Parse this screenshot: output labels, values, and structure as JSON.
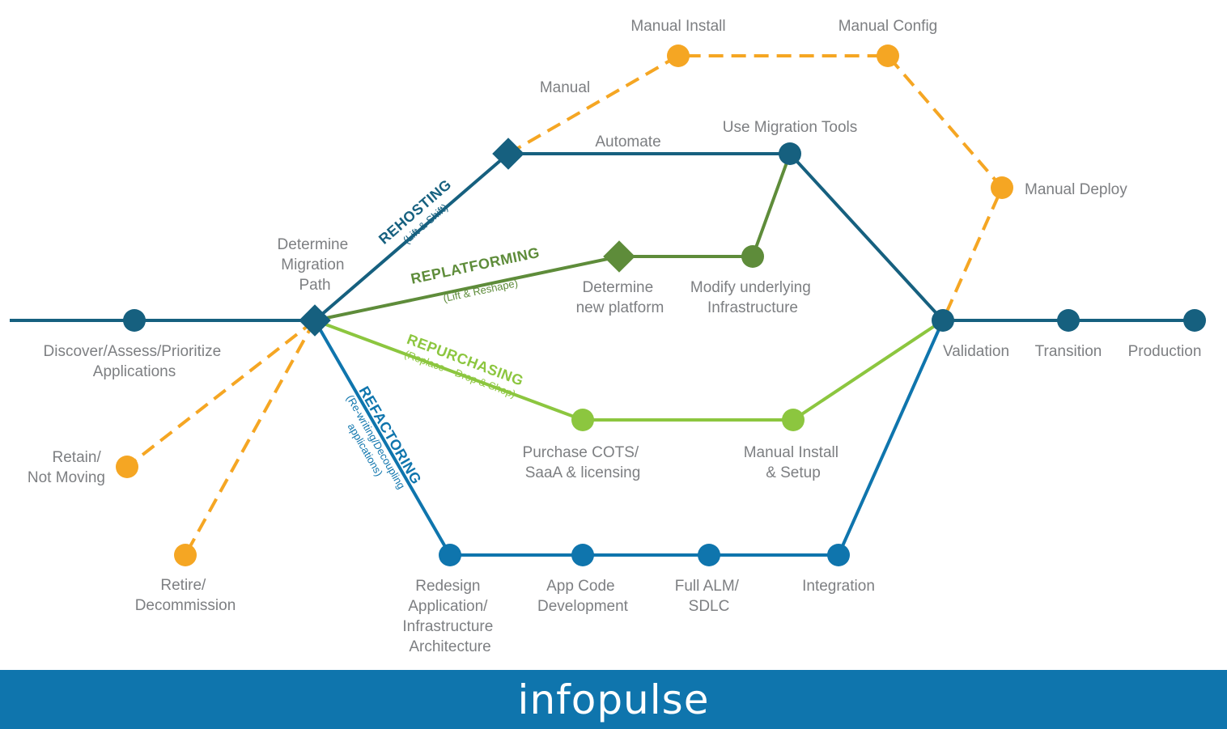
{
  "colors": {
    "rehost": "#16607f",
    "replatform": "#5e8c3a",
    "repurchase": "#8cc63f",
    "refactor": "#0f75ad",
    "manual": "#f5a623",
    "label": "#7d7f82",
    "footer": "#0f75ad"
  },
  "labels": {
    "discover": [
      "Discover/Assess/Prioritize",
      "Applications"
    ],
    "determine_path": [
      "Determine",
      "Migration",
      "Path"
    ],
    "retain": [
      "Retain/",
      "Not Moving"
    ],
    "retire": [
      "Retire/",
      "Decommission"
    ],
    "manual": "Manual",
    "manual_install": "Manual Install",
    "manual_config": "Manual Config",
    "manual_deploy": "Manual Deploy",
    "automate": "Automate",
    "use_migration_tools": "Use Migration Tools",
    "determine_platform": [
      "Determine",
      "new platform"
    ],
    "modify_infra": [
      "Modify underlying",
      "Infrastructure"
    ],
    "purchase_cots": [
      "Purchase COTS/",
      "SaaA & licensing"
    ],
    "manual_install_setup": [
      "Manual Install",
      "& Setup"
    ],
    "redesign": [
      "Redesign",
      "Application/",
      "Infrastructure",
      "Architecture"
    ],
    "app_code": [
      "App Code",
      "Development"
    ],
    "full_alm": [
      "Full ALM/",
      "SDLC"
    ],
    "integration": "Integration",
    "validation": "Validation",
    "transition": "Transition",
    "production": "Production"
  },
  "paths": {
    "rehosting": {
      "title": "REHOSTING",
      "sub": "(Lift & Shift)"
    },
    "replatforming": {
      "title": "REPLATFORMING",
      "sub": "(Lift & Reshape)"
    },
    "repurchasing": {
      "title": "REPURCHASING",
      "sub": "(Replace – Drop & Shop)"
    },
    "refactoring": {
      "title": "REFACTORING",
      "sub": [
        "(Re-writing/Decoupling",
        "applications)"
      ]
    }
  },
  "footer": {
    "logo": "infopulse"
  }
}
